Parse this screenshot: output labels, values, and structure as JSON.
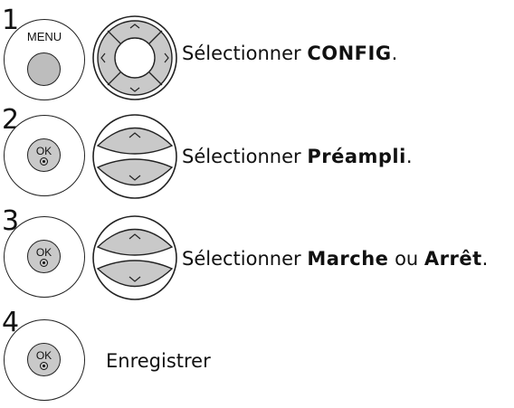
{
  "steps": [
    {
      "number": "1",
      "button": {
        "type": "menu",
        "label": "MENU",
        "icon": "menu-button-icon"
      },
      "control": {
        "type": "dpad",
        "icon": "dpad-navigation-icon"
      },
      "text_prefix": "Sélectionner ",
      "text_bold": "CONFIG",
      "text_suffix": "."
    },
    {
      "number": "2",
      "button": {
        "type": "ok",
        "label": "OK",
        "icon": "ok-button-icon"
      },
      "control": {
        "type": "updown",
        "icon": "up-down-buttons-icon"
      },
      "text_prefix": "Sélectionner ",
      "text_bold": "Préampli",
      "text_suffix": "."
    },
    {
      "number": "3",
      "button": {
        "type": "ok",
        "label": "OK",
        "icon": "ok-button-icon"
      },
      "control": {
        "type": "updown",
        "icon": "up-down-buttons-icon"
      },
      "text_prefix": "Sélectionner ",
      "text_bold": "Marche",
      "text_middle": " ou ",
      "text_bold2": "Arrêt",
      "text_suffix": "."
    },
    {
      "number": "4",
      "button": {
        "type": "ok",
        "label": "OK",
        "icon": "ok-button-icon"
      },
      "text_plain": "Enregistrer"
    }
  ]
}
